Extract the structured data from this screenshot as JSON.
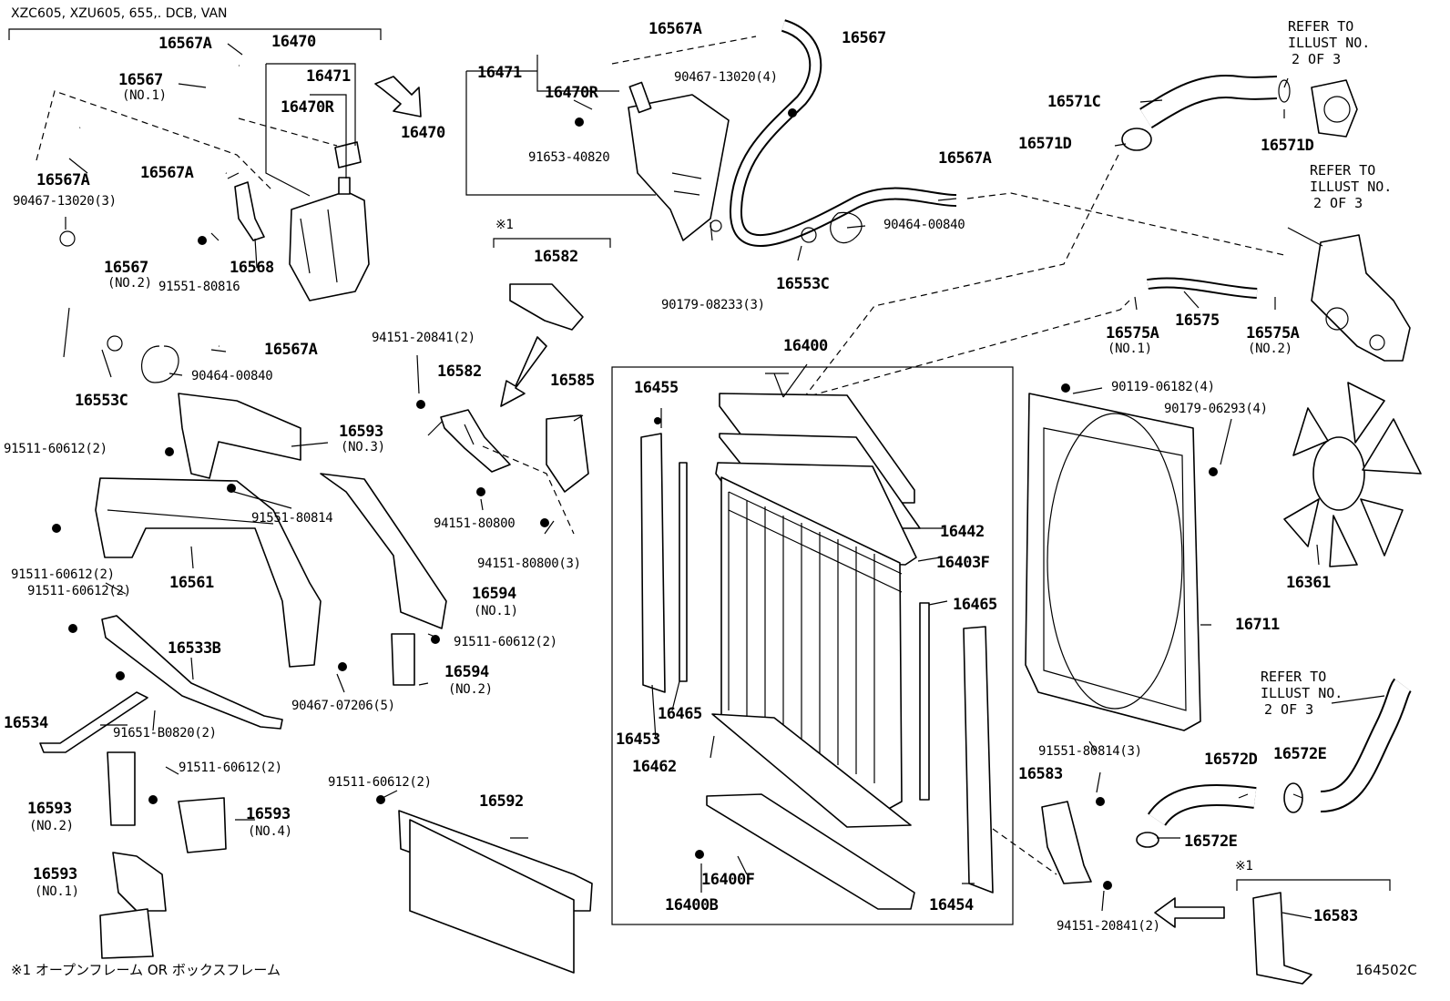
{
  "header": {
    "models": "XZC605, XZU605, 655,. DCB, VAN"
  },
  "footer": {
    "note": "※1 オープンフレーム OR ボックスフレーム",
    "illustration_id": "164502C"
  },
  "refer": {
    "line1": "REFER TO",
    "line2": "ILLUST NO.",
    "line3": "2 OF 3"
  },
  "labels": {
    "l16567A_a": "16567A",
    "l16470_a": "16470",
    "l16567_no1": "16567",
    "l16471_a": "16471",
    "l16470R_a": "16470R",
    "l16567A_b": "16567A",
    "l16567A_c": "16567A",
    "l90467_13020_3": "90467-13020(3)",
    "l16567_no2": "16567",
    "l91551_80816": "91551-80816",
    "l16568": "16568",
    "l16567A_d": "16567A",
    "l90464_00840_a": "90464-00840",
    "l16553C_a": "16553C",
    "l16470_b": "16470",
    "l16471_b": "16471",
    "l16470R_b": "16470R",
    "l16567A_e": "16567A",
    "l16567_b": "16567",
    "l90467_13020_4": "90467-13020(4)",
    "l91653_40820": "91653-40820",
    "l16567A_f": "16567A",
    "l90464_00840_b": "90464-00840",
    "l16553C_b": "16553C",
    "l90179_08233_3": "90179-08233(3)",
    "l16571C": "16571C",
    "l16571D_a": "16571D",
    "l16571D_b": "16571D",
    "l16575A_no1": "16575A",
    "l16575": "16575",
    "l16575A_no2": "16575A",
    "l16582_a": "16582",
    "l16582_b": "16582",
    "l94151_20841_2a": "94151-20841(2)",
    "l16585": "16585",
    "l94151_80800": "94151-80800",
    "l94151_80800_3": "94151-80800(3)",
    "l16593_no3": "16593",
    "l91511_60612_2a": "91511-60612(2)",
    "l91551_80814": "91551-80814",
    "l91511_60612_2b": "91511-60612(2)",
    "l16561": "16561",
    "l91511_60612_2c": "91511-60612(2)",
    "l16594_no1": "16594",
    "l91511_60612_2d": "91511-60612(2)",
    "l16533B": "16533B",
    "l16594_no2": "16594",
    "l90467_07206_5": "90467-07206(5)",
    "l16534": "16534",
    "l91651_B0820_2": "91651-B0820(2)",
    "l91511_60612_2e": "91511-60612(2)",
    "l16593_no2": "16593",
    "l16593_no4": "16593",
    "l16593_no1": "16593",
    "l91511_60612_2f": "91511-60612(2)",
    "l16592": "16592",
    "l16400": "16400",
    "l16455": "16455",
    "l16442": "16442",
    "l16403F": "16403F",
    "l16465_a": "16465",
    "l16465_b": "16465",
    "l16453": "16453",
    "l16462": "16462",
    "l16400F": "16400F",
    "l16400B": "16400B",
    "l16454": "16454",
    "l90119_06182_4": "90119-06182(4)",
    "l90179_06293_4": "90179-06293(4)",
    "l16361": "16361",
    "l16711": "16711",
    "l91551_80814_3": "91551-80814(3)",
    "l16583_a": "16583",
    "l16572D": "16572D",
    "l16572E_a": "16572E",
    "l16572E_b": "16572E",
    "l94151_20841_2b": "94151-20841(2)",
    "l16583_b": "16583"
  },
  "subs": {
    "no1": "(NO.1)",
    "no2": "(NO.2)",
    "no3": "(NO.3)",
    "no4": "(NO.4)",
    "mark1": "※1"
  }
}
